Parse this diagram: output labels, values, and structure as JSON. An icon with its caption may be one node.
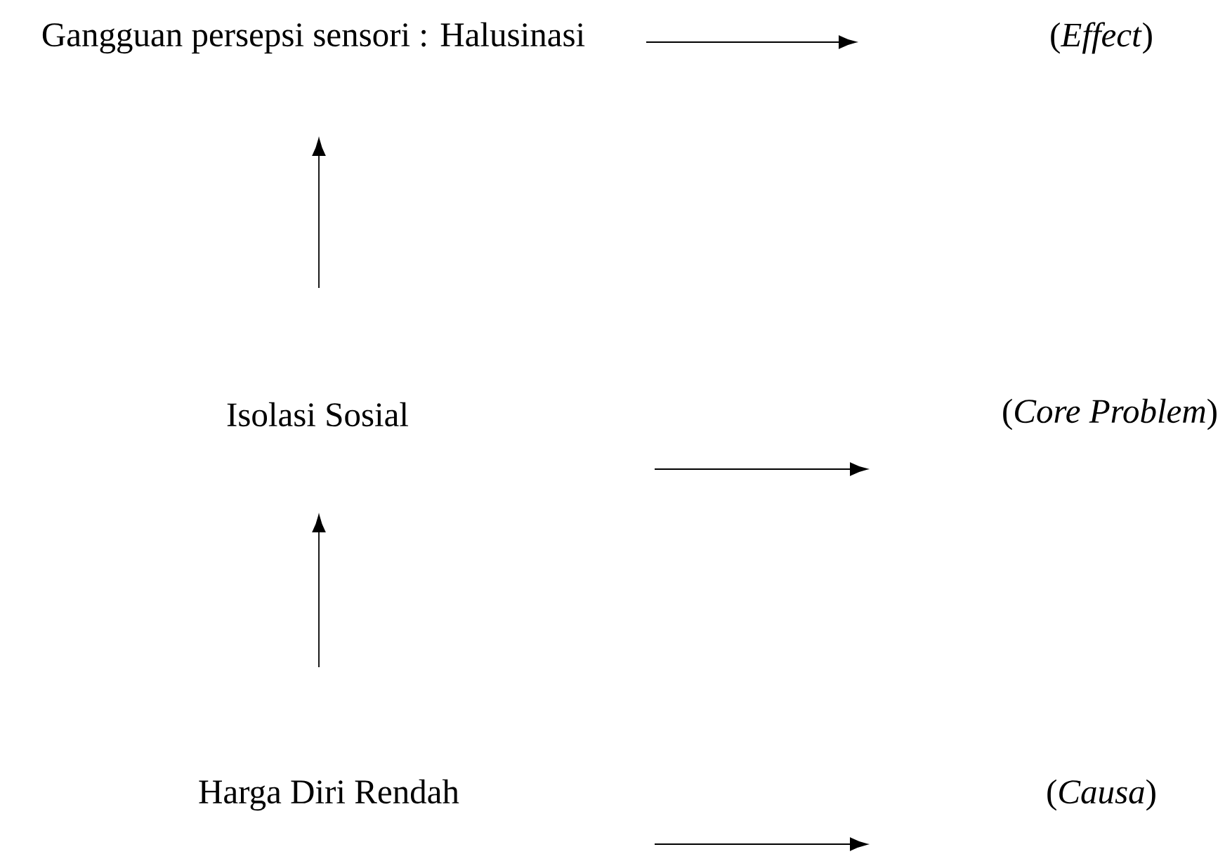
{
  "diagram": {
    "nodes": [
      {
        "text": [
          "Gangguan persepsi sensori : Halusinasi"
        ]
      },
      {
        "text": [
          "(*Effect*)"
        ]
      },
      {
        "text": [
          "Isolasi Sosial"
        ]
      },
      {
        "text": [
          "(*Core Problem*)"
        ]
      },
      {
        "text": [
          "Harga Diri Rendah"
        ]
      },
      {
        "text": [
          "(*Causa*)"
        ]
      }
    ]
  }
}
